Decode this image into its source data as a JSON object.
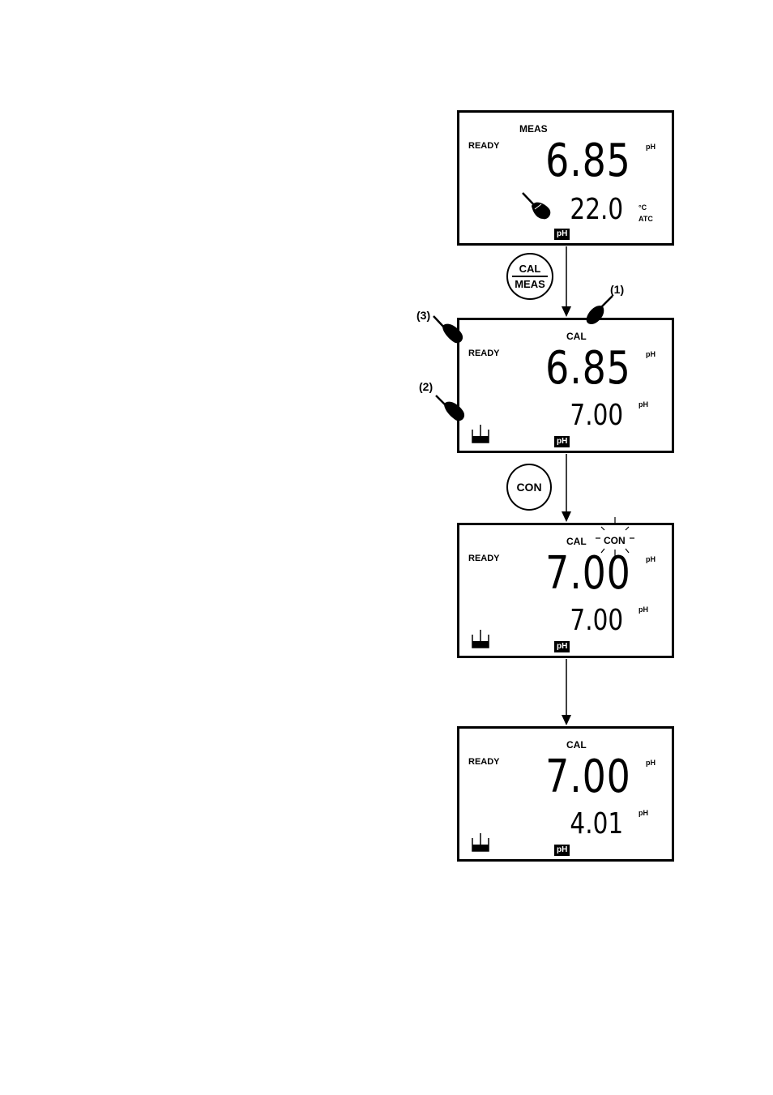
{
  "screens": [
    {
      "status": "READY",
      "mode": "MEAS",
      "main_value": "6.85",
      "main_unit": "pH",
      "secondary_value": "22.0",
      "secondary_unit": "°C",
      "secondary_sub": "ATC",
      "badge": "pH"
    },
    {
      "status": "READY",
      "mode": "CAL",
      "main_value": "6.85",
      "main_unit": "pH",
      "secondary_value": "7.00",
      "secondary_unit": "pH",
      "badge": "pH"
    },
    {
      "status": "READY",
      "mode": "CAL",
      "flag": "CON",
      "main_value": "7.00",
      "main_unit": "pH",
      "secondary_value": "7.00",
      "secondary_unit": "pH",
      "badge": "pH"
    },
    {
      "status": "READY",
      "mode": "CAL",
      "main_value": "7.00",
      "main_unit": "pH",
      "secondary_value": "4.01",
      "secondary_unit": "pH",
      "badge": "pH"
    }
  ],
  "buttons": {
    "cal_meas_top": "CAL",
    "cal_meas_bottom": "MEAS",
    "con": "CON"
  },
  "callouts": [
    "(1)",
    "(2)",
    "(3)"
  ]
}
